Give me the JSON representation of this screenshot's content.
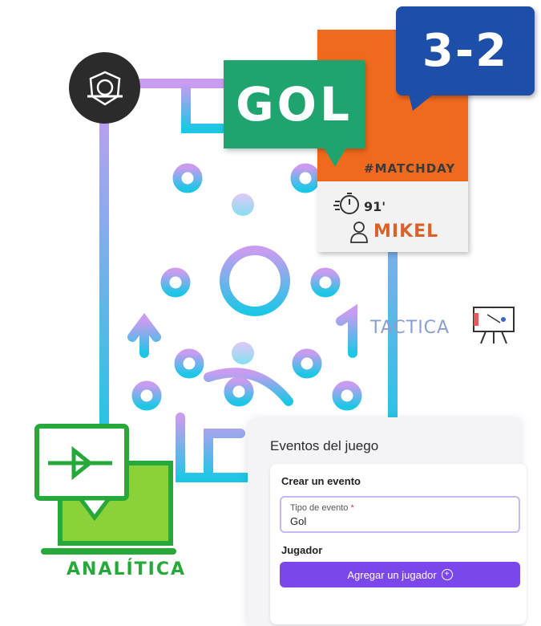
{
  "badges": {
    "score": "3-2",
    "goal": "GOL",
    "hashtag": "#MATCHDAY",
    "minute": "91'",
    "player_name": "MIKEL"
  },
  "labels": {
    "tactica": "TACTICA",
    "analitica": "ANALÍTICA"
  },
  "icons": [
    "crest-icon",
    "stopwatch-icon",
    "player-icon",
    "tactic-board-icon",
    "video-analysis-icon",
    "plus-circle-icon"
  ],
  "colors": {
    "pitch_gradient_start": "#c89bf0",
    "pitch_gradient_end": "#22c3e6",
    "goal_green": "#1fa36f",
    "score_blue": "#1d4fa8",
    "matchday_orange": "#f06a1e",
    "analitica_green": "#26a83b",
    "primary_button": "#7c47ea"
  },
  "app": {
    "title": "Eventos del juego",
    "create_event_title": "Crear un evento",
    "event_type": {
      "label": "Tipo de evento",
      "required_mark": "*",
      "value": "Gol"
    },
    "player_section_title": "Jugador",
    "add_player_button": "Agregar un jugador"
  }
}
